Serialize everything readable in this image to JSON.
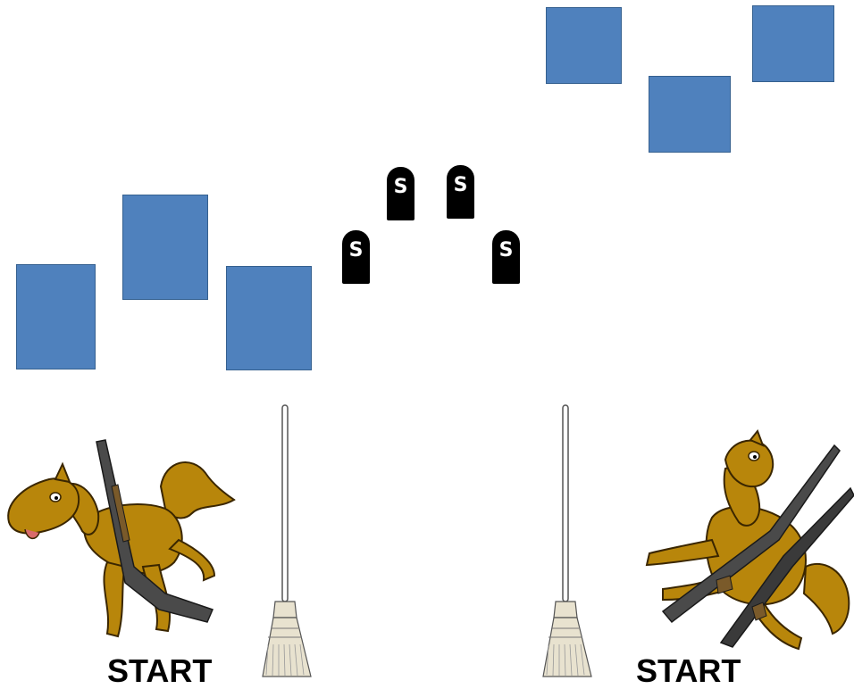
{
  "colors": {
    "box_fill": "#4f81bd",
    "box_border": "#35608f",
    "tombstone": "#000000",
    "tombstone_text": "#ffffff",
    "horse": "#b8860b",
    "horse_outline": "#3a2600",
    "rifle": "#4a4a4a",
    "broom_straw": "#e8e2cf"
  },
  "tombstones": [
    {
      "label": "S"
    },
    {
      "label": "S"
    },
    {
      "label": "S"
    },
    {
      "label": "S"
    }
  ],
  "players": {
    "left": {
      "start_label": "START",
      "icon": "horse-with-rifle-icon"
    },
    "right": {
      "start_label": "START",
      "icon": "horse-with-rifles-icon"
    }
  },
  "brooms": [
    {
      "icon": "broom-icon"
    },
    {
      "icon": "broom-icon"
    }
  ]
}
